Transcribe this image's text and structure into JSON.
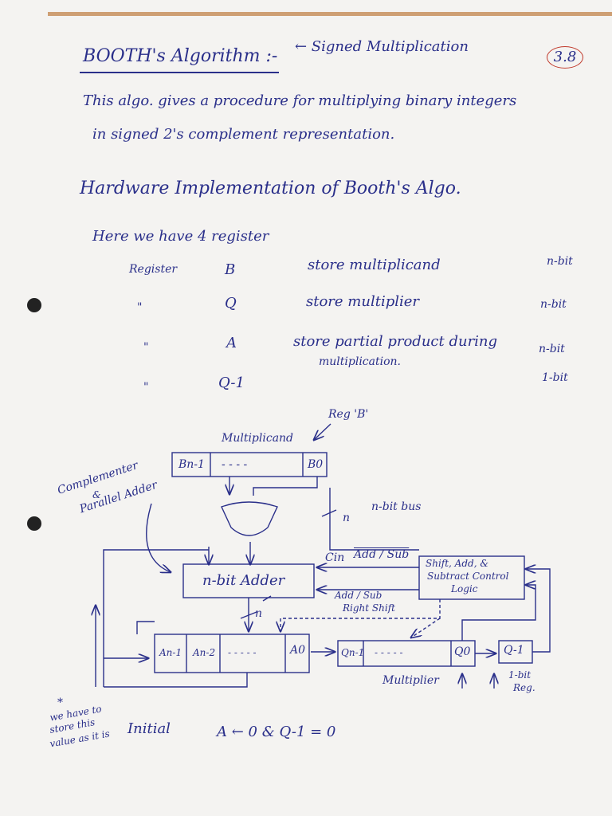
{
  "heading": {
    "title": "BOOTH's Algorithm :-",
    "subtitle": "← Signed Multiplication",
    "page_tag": "3.8"
  },
  "intro": {
    "line1": "This algo. gives a procedure for multiplying binary integers",
    "line2": "in signed 2's complement representation."
  },
  "hardware_title": "Hardware Implementation of Booth's Algo.",
  "registers_intro": "Here we have 4 register",
  "registers": [
    {
      "label": "Register",
      "name": "B",
      "desc": "store multiplicand",
      "size": "n-bit"
    },
    {
      "label": "\"",
      "name": "Q",
      "desc": "store multiplier",
      "size": "n-bit"
    },
    {
      "label": "\"",
      "name": "A",
      "desc": "store partial product during",
      "desc2": "multiplication.",
      "size": "n-bit"
    },
    {
      "label": "\"",
      "name": "Q-1",
      "desc": "",
      "size": "1-bit"
    }
  ],
  "diagram": {
    "reg_b_label": "Reg 'B'",
    "multiplicand": "Multiplicand",
    "b_left": "Bn-1",
    "b_dashes": "- - - -",
    "b_right": "B0",
    "complementer": "Complementer",
    "and_text": "&",
    "parallel_adder": "Parallel Adder",
    "n_bus": "n-bit bus",
    "n_label": "n",
    "cin": "Cin",
    "add_sub": "Add / Sub",
    "adder": "n-bit Adder",
    "control_l1": "Shift, Add, &",
    "control_l2": "Subtract Control",
    "control_l3": "Logic",
    "add_sub2": "Add / Sub",
    "right_shift": "Right Shift",
    "a_cells": [
      "An-1",
      "An-2",
      "- - - - -",
      "A0"
    ],
    "q_cells": [
      "Qn-1",
      "- - - - -",
      "Q0"
    ],
    "q_minus1": "Q-1",
    "multiplier_label": "Multiplier",
    "one_bit_reg1": "1-bit",
    "one_bit_reg2": "Reg."
  },
  "note": {
    "star": "*",
    "line1": "we have to",
    "line2": "store this",
    "line3": "value as it is"
  },
  "initial": {
    "label": "Initial",
    "expr": "A ← 0  &  Q-1 = 0"
  }
}
